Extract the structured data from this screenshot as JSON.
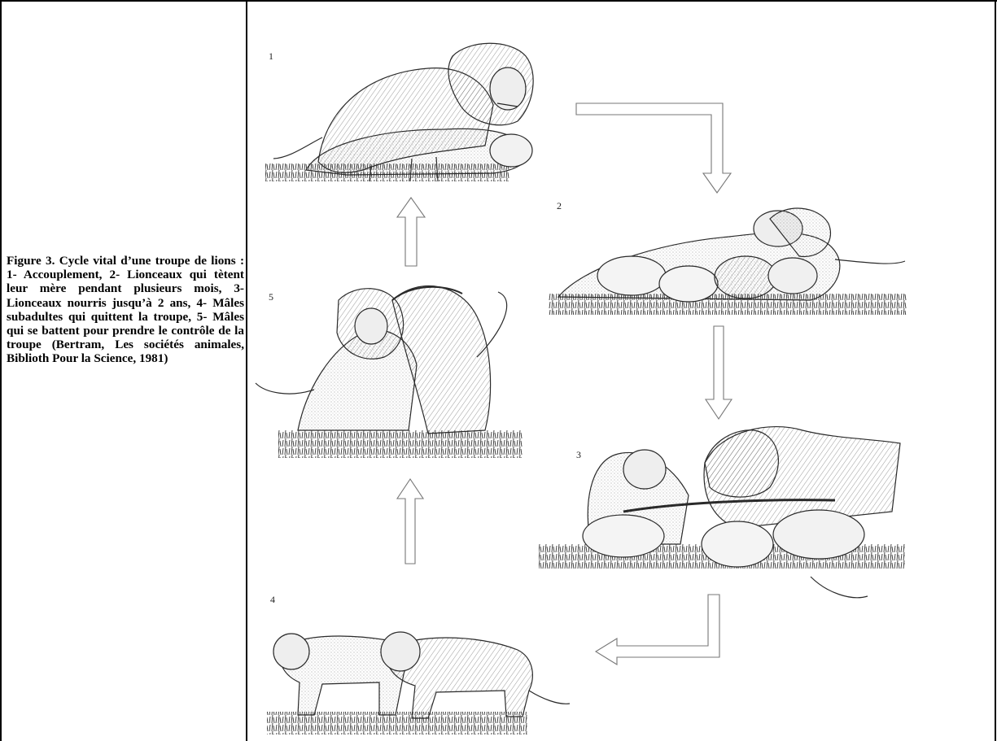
{
  "caption": {
    "text": "Figure 3. Cycle vital d’une troupe de lions : 1- Accouplement, 2- Lionceaux qui tètent leur mère pendant plusieurs mois, 3- Lionceaux nourris jusqu’à 2 ans, 4- Mâles subadultes qui quittent la troupe, 5- Mâles qui se battent pour prendre le contrôle de la troupe (Bertram, Les sociétés animales, Biblioth Pour la Science, 1981)"
  },
  "figure": {
    "steps": [
      {
        "number": "1",
        "illustration": "lion-mating-illustration"
      },
      {
        "number": "2",
        "illustration": "lioness-nursing-cubs-illustration"
      },
      {
        "number": "3",
        "illustration": "lions-feeding-cubs-illustration"
      },
      {
        "number": "4",
        "illustration": "subadult-males-leaving-illustration"
      },
      {
        "number": "5",
        "illustration": "males-fighting-illustration"
      }
    ],
    "arrow_color": "#777777",
    "ink_color": "#2a2a2a"
  }
}
